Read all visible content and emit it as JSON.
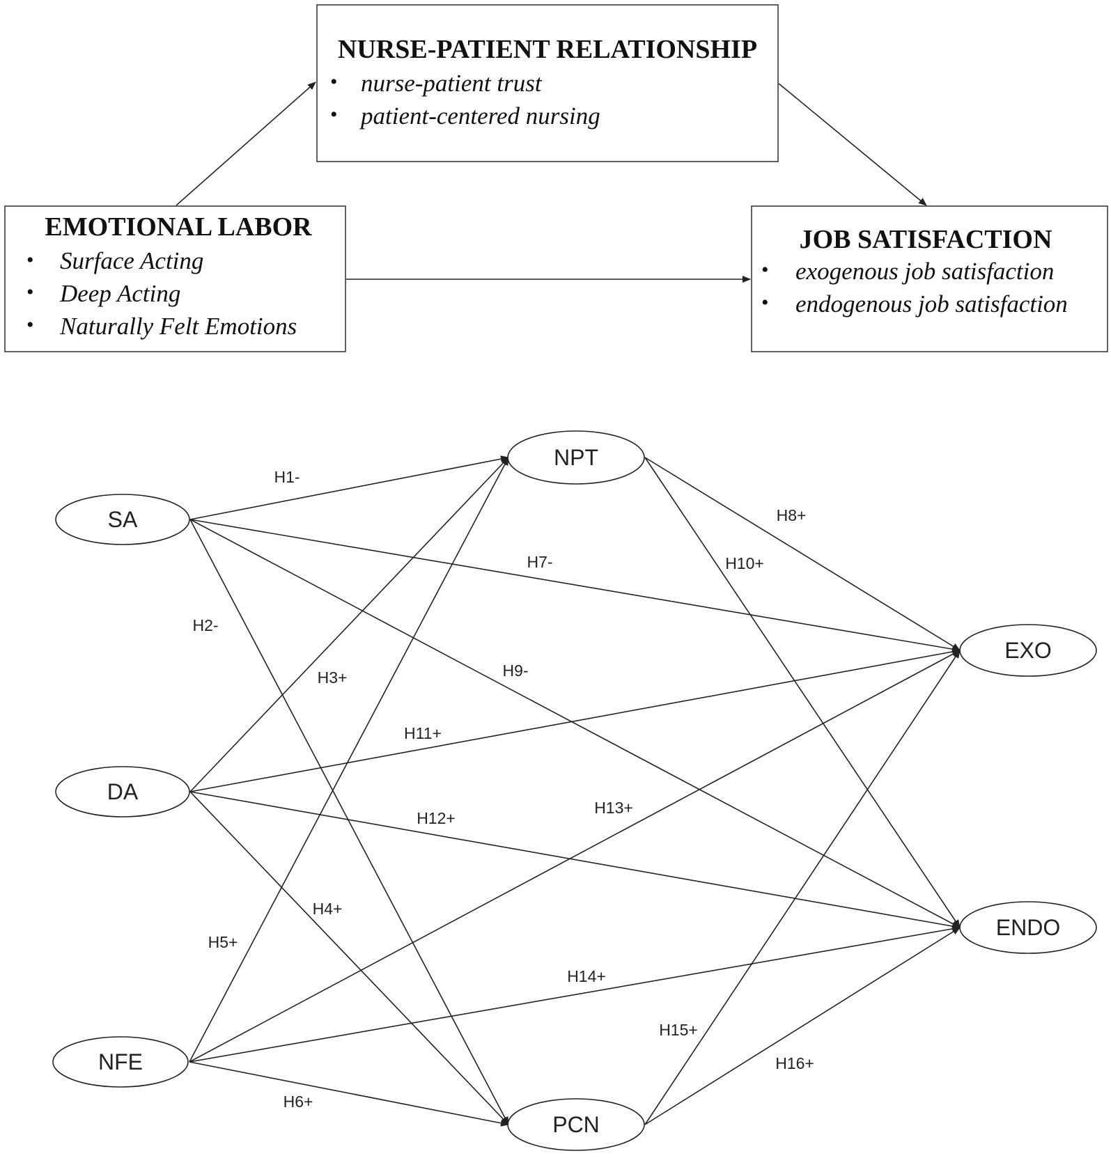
{
  "framework": {
    "nurse_patient": {
      "title": "NURSE-PATIENT RELATIONSHIP",
      "items": [
        "nurse-patient trust",
        "patient-centered nursing"
      ]
    },
    "emotional_labor": {
      "title": "EMOTIONAL LABOR",
      "items": [
        "Surface Acting",
        "Deep Acting",
        "Naturally Felt Emotions"
      ]
    },
    "job_satisfaction": {
      "title": "JOB SATISFACTION",
      "items": [
        "exogenous job satisfaction",
        "endogenous job satisfaction"
      ]
    },
    "bullet": "•"
  },
  "model": {
    "nodes": {
      "SA": "SA",
      "DA": "DA",
      "NFE": "NFE",
      "NPT": "NPT",
      "PCN": "PCN",
      "EXO": "EXO",
      "ENDO": "ENDO"
    },
    "paths": [
      {
        "from": "SA",
        "to": "NPT",
        "label": "H1-"
      },
      {
        "from": "SA",
        "to": "PCN",
        "label": "H2-"
      },
      {
        "from": "DA",
        "to": "NPT",
        "label": "H3+"
      },
      {
        "from": "DA",
        "to": "PCN",
        "label": "H4+"
      },
      {
        "from": "NFE",
        "to": "NPT",
        "label": "H5+"
      },
      {
        "from": "NFE",
        "to": "PCN",
        "label": "H6+"
      },
      {
        "from": "SA",
        "to": "EXO",
        "label": "H7-"
      },
      {
        "from": "NPT",
        "to": "EXO",
        "label": "H8+"
      },
      {
        "from": "SA",
        "to": "ENDO",
        "label": "H9-"
      },
      {
        "from": "NPT",
        "to": "ENDO",
        "label": "H10+"
      },
      {
        "from": "DA",
        "to": "EXO",
        "label": "H11+"
      },
      {
        "from": "DA",
        "to": "ENDO",
        "label": "H12+"
      },
      {
        "from": "NFE",
        "to": "EXO",
        "label": "H13+"
      },
      {
        "from": "NFE",
        "to": "ENDO",
        "label": "H14+"
      },
      {
        "from": "PCN",
        "to": "EXO",
        "label": "H15+"
      },
      {
        "from": "PCN",
        "to": "ENDO",
        "label": "H16+"
      }
    ]
  }
}
